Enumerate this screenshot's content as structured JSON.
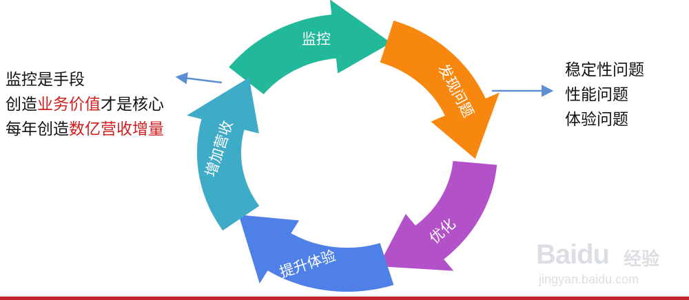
{
  "cycle": {
    "segments": [
      {
        "label": "监控",
        "color": "#21b99a"
      },
      {
        "label": "发现问题",
        "color": "#f7870f"
      },
      {
        "label": "优化",
        "color": "#b351c9"
      },
      {
        "label": "提升体验",
        "color": "#4f80e8"
      },
      {
        "label": "增加营收",
        "color": "#3eabc7"
      }
    ]
  },
  "left_notes": {
    "line1": "监控是手段",
    "line2_a": "创造",
    "line2_red": "业务价值",
    "line2_b": "才是核心",
    "line3_a": "每年创造",
    "line3_red": "数亿营收增量"
  },
  "right_notes": {
    "items": [
      "稳定性问题",
      "性能问题",
      "体验问题"
    ]
  },
  "arrow_color": "#5b8fd0",
  "watermark": {
    "logo": "Baidu",
    "cn": "经验",
    "url": "jingyan.baidu.com"
  }
}
